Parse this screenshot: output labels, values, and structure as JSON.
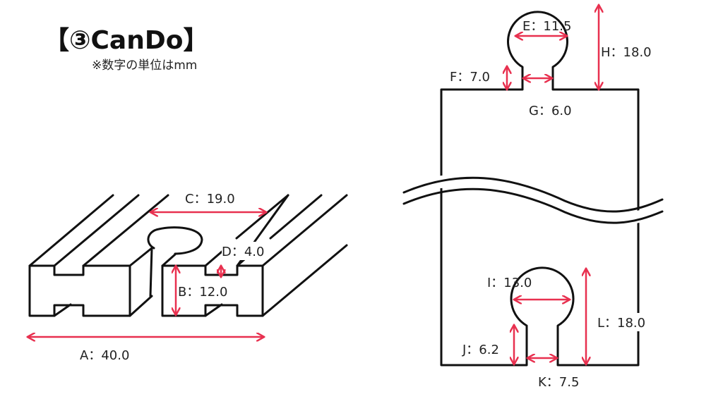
{
  "title": "【③CanDo】",
  "note": "※数字の単位はmm",
  "colors": {
    "dimension": "#e8304f",
    "outline": "#111111"
  },
  "dimensions": {
    "A": "A：40.0",
    "B": "B：12.0",
    "C": "C：19.0",
    "D": "D：4.0",
    "E": "E：11.5",
    "F": "F：7.0",
    "G": "G：6.0",
    "H": "H：18.0",
    "I": "I：13.0",
    "J": "J：6.2",
    "K": "K：7.5",
    "L": "L：18.0"
  }
}
